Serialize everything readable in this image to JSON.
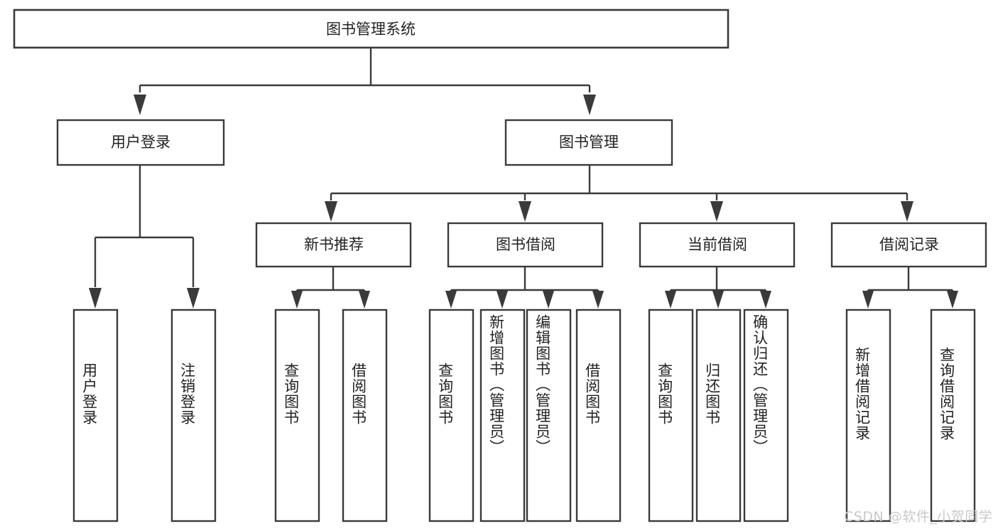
{
  "diagram": {
    "type": "tree",
    "title": "图书管理系统",
    "root": {
      "id": "root",
      "label": "图书管理系统",
      "orientation": "horizontal"
    },
    "level2": [
      {
        "id": "user-login",
        "label": "用户登录",
        "orientation": "horizontal"
      },
      {
        "id": "book-manage",
        "label": "图书管理",
        "orientation": "horizontal"
      }
    ],
    "level3": [
      {
        "id": "new-book-recommend",
        "label": "新书推荐",
        "orientation": "horizontal"
      },
      {
        "id": "book-borrow",
        "label": "图书借阅",
        "orientation": "horizontal"
      },
      {
        "id": "current-borrow",
        "label": "当前借阅",
        "orientation": "horizontal"
      },
      {
        "id": "borrow-record",
        "label": "借阅记录",
        "orientation": "horizontal"
      }
    ],
    "leaves": [
      {
        "id": "leaf-user-login",
        "label": "用户登录",
        "parent": "user-login",
        "orientation": "vertical"
      },
      {
        "id": "leaf-user-logout",
        "label": "注销登录",
        "parent": "user-login",
        "orientation": "vertical"
      },
      {
        "id": "leaf-rec-query-book",
        "label": "查询图书",
        "parent": "new-book-recommend",
        "orientation": "vertical"
      },
      {
        "id": "leaf-rec-borrow-book",
        "label": "借阅图书",
        "parent": "new-book-recommend",
        "orientation": "vertical"
      },
      {
        "id": "leaf-borrow-query-book",
        "label": "查询图书",
        "parent": "book-borrow",
        "orientation": "vertical"
      },
      {
        "id": "leaf-borrow-add-book",
        "label": "新增图书（管理员）",
        "parent": "book-borrow",
        "orientation": "vertical"
      },
      {
        "id": "leaf-borrow-edit-book",
        "label": "编辑图书（管理员）",
        "parent": "book-borrow",
        "orientation": "vertical"
      },
      {
        "id": "leaf-borrow-borrow-book",
        "label": "借阅图书",
        "parent": "book-borrow",
        "orientation": "vertical"
      },
      {
        "id": "leaf-current-query-book",
        "label": "查询图书",
        "parent": "current-borrow",
        "orientation": "vertical"
      },
      {
        "id": "leaf-current-return-book",
        "label": "归还图书",
        "parent": "current-borrow",
        "orientation": "vertical"
      },
      {
        "id": "leaf-current-confirm-return",
        "label": "确认归还（管理员）",
        "parent": "current-borrow",
        "orientation": "vertical"
      },
      {
        "id": "leaf-record-add",
        "label": "新增借阅记录",
        "parent": "borrow-record",
        "orientation": "vertical"
      },
      {
        "id": "leaf-record-query",
        "label": "查询借阅记录",
        "parent": "borrow-record",
        "orientation": "vertical"
      }
    ],
    "colors": {
      "box_stroke": "#3a3a3a",
      "box_fill": "#ffffff",
      "text": "#222222",
      "connector": "#3a3a3a",
      "background": "#ffffff",
      "watermark": "#c9c9c9"
    }
  },
  "watermark": {
    "text": "CSDN @软件_小贺同学"
  }
}
